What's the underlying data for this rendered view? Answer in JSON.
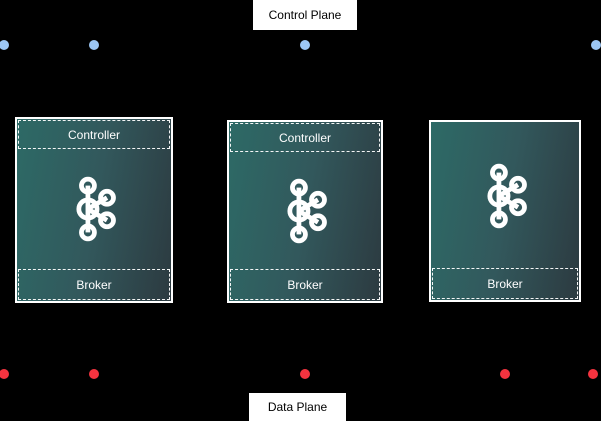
{
  "diagram": {
    "control_plane_label": "Control Plane",
    "data_plane_label": "Data Plane"
  },
  "nodes": [
    {
      "id": "node-1",
      "controller_label": "Controller",
      "broker_label": "Broker"
    },
    {
      "id": "node-2",
      "controller_label": "Controller",
      "broker_label": "Broker"
    },
    {
      "id": "node-3",
      "broker_label": "Broker"
    }
  ],
  "icons": {
    "node_icon": "kafka-logo"
  },
  "colors": {
    "background": "#000000",
    "controller_endpoint_blue": "#9cc7f5",
    "broker_endpoint_red": "#f5333f",
    "node_gradient_start": "#2d6a66",
    "node_gradient_end": "#2c3a40",
    "node_border": "#ffffff",
    "label_background": "#ffffff",
    "label_text": "#000000"
  }
}
